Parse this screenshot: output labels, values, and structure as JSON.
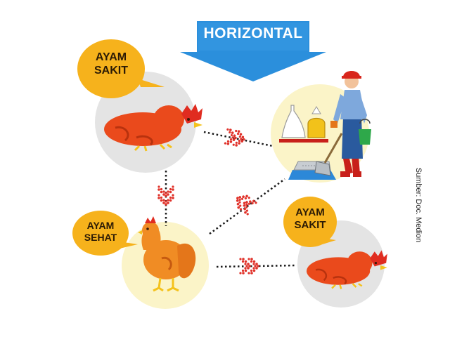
{
  "banner": {
    "label": "HORIZONTAL",
    "color": "#2b8fdc"
  },
  "nodes": {
    "sick_hen_top": {
      "bubble_label": "AYAM\nSAKIT"
    },
    "healthy_hen": {
      "bubble_label": "AYAM\nSEHAT"
    },
    "sick_hen_bottom": {
      "bubble_label": "AYAM\nSAKIT"
    },
    "farm_worker_equipment": {
      "bubble_label": ""
    }
  },
  "source": "Sumber: Doc. Medion",
  "colors": {
    "bubble": "#f6b21c",
    "circle_gray": "#e4e4e4",
    "circle_yellow": "#fbf4c8",
    "hen_sick": "#ea4a1c",
    "hen_healthy": "#f08c24",
    "comb": "#e02c20",
    "chevron": "#e0322a",
    "connector": "#1a1a1a"
  },
  "icons": [
    "down-arrow-banner",
    "speech-bubble",
    "chevron-arrow",
    "hen",
    "farm-worker",
    "feeder",
    "drinker",
    "bucket",
    "shovel"
  ]
}
